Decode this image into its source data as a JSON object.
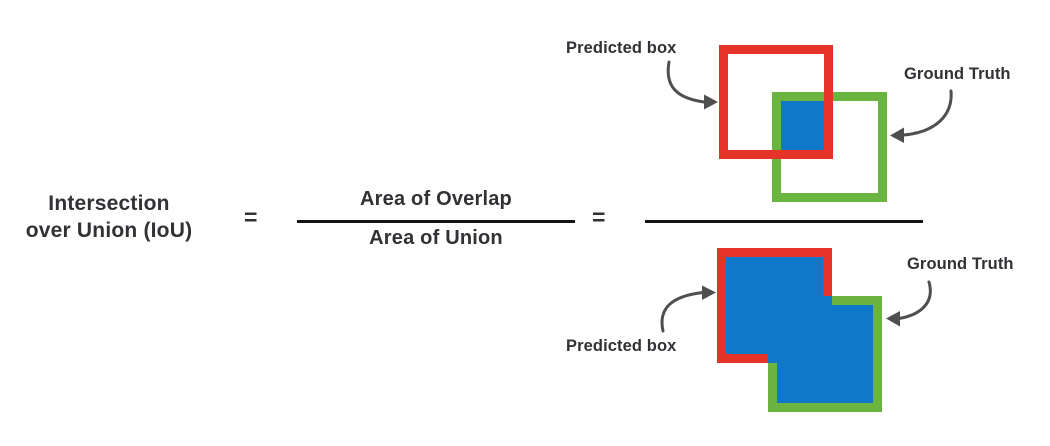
{
  "formula": {
    "term_line1": "Intersection",
    "term_line2": "over Union (IoU)",
    "equals": "=",
    "numerator": "Area of Overlap",
    "denominator": "Area of Union"
  },
  "numerator_figure": {
    "predicted_label": "Predicted box",
    "ground_truth_label": "Ground Truth"
  },
  "denominator_figure": {
    "predicted_label": "Predicted box",
    "ground_truth_label": "Ground Truth"
  },
  "icons": {
    "arrow_top_predicted": "curved-arrow-pointing-right",
    "arrow_top_ground_truth": "curved-arrow-pointing-left",
    "arrow_bottom_predicted": "curved-arrow-pointing-right",
    "arrow_bottom_ground_truth": "curved-arrow-pointing-left"
  },
  "colors": {
    "predicted_box": "#e63329",
    "ground_truth_box": "#6ab43f",
    "overlap_fill": "#0f78c8",
    "arrow": "#4f4f4f",
    "text": "#313136",
    "fraction_bar": "#141414"
  }
}
